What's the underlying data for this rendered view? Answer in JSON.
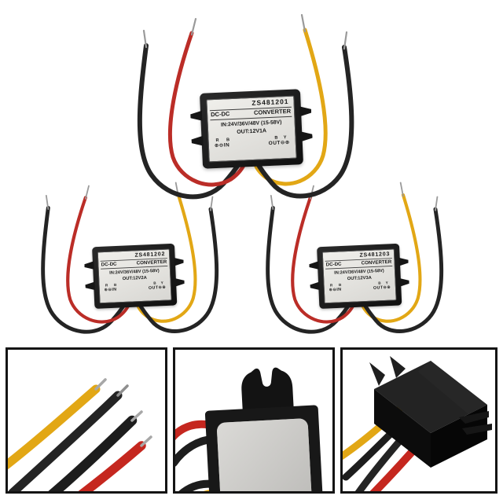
{
  "page": {
    "background": "#ffffff",
    "description_visible_text_only": true
  },
  "shared_label": {
    "brand_left": "DC-DC",
    "brand_right": "CONVERTER",
    "input": "IN:24V/36V/48V (15-58V)",
    "in_letters": "R B",
    "in_terminals": "⊕⊖IN",
    "out_letters": "B Y",
    "out_terminals": "OUT⊖⊕"
  },
  "products": [
    {
      "model": "ZS481201",
      "output": "OUT:12V1A"
    },
    {
      "model": "ZS481202",
      "output": "OUT:12V2A"
    },
    {
      "model": "ZS481203",
      "output": "OUT:12V3A"
    }
  ],
  "details": [
    {
      "name": "stripped-wire-ends-closeup"
    },
    {
      "name": "converter-mounting-bracket-closeup"
    },
    {
      "name": "converter-rear-angled-closeup"
    }
  ],
  "colors": {
    "wire_red": "#bb2d27",
    "wire_yellow": "#e2a715",
    "wire_black": "#242424",
    "wire_tip_silver": "#9a9a9a",
    "case_black": "#171717",
    "label_bg": "#e9e8e4",
    "frame_border": "#141414",
    "background": "#ffffff"
  }
}
